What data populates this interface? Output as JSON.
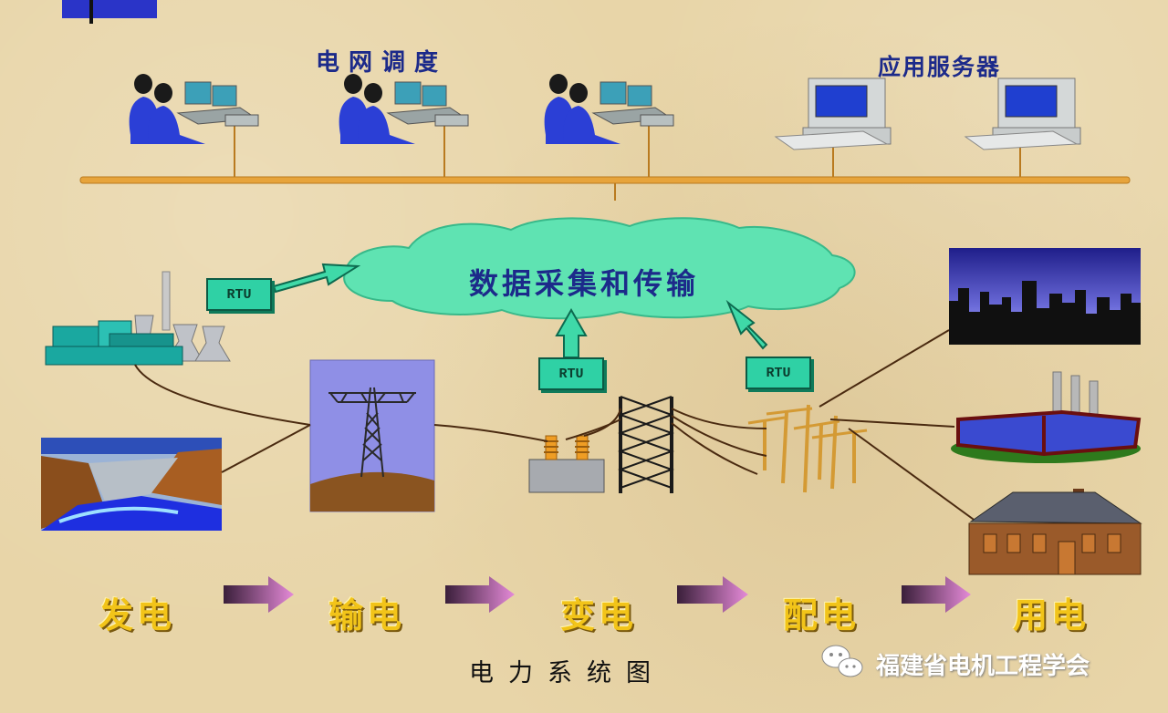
{
  "labels": {
    "dispatch": "电网调度",
    "app_server": "应用服务器",
    "cloud": "数据采集和传输",
    "rtu": "RTU",
    "caption": "电力系统图",
    "watermark": "福建省电机工程学会"
  },
  "stages": [
    "发电",
    "输电",
    "变电",
    "配电",
    "用电"
  ],
  "colors": {
    "background": "#e8d5a8",
    "bus_line": "#e7a43b",
    "cloud": "#5fe3b2",
    "rtu": "#2fd1a5",
    "stage_text": "#f2c419",
    "label_text": "#1c2a8a",
    "arrow": "#d87ad0"
  },
  "icons": [
    "operator-workstation-icon",
    "server-computer-icon",
    "power-plant-icon",
    "hydro-dam-icon",
    "transmission-tower-icon",
    "transformer-icon",
    "distribution-poles-icon",
    "city-skyline-icon",
    "factory-icon",
    "house-icon",
    "wechat-icon"
  ]
}
